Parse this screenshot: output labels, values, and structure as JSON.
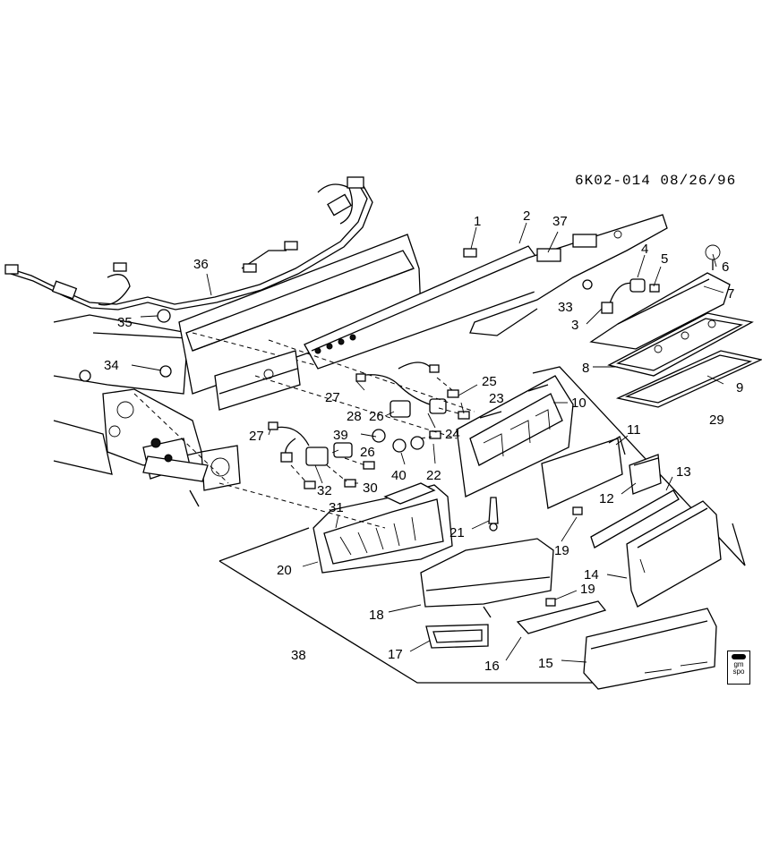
{
  "diagram_code": "6K02-014 08/26/96",
  "logo": {
    "line1": "gm",
    "line2": "spo",
    "icon": "gm-spo-logo-icon"
  },
  "callouts": {
    "c1": "1",
    "c2": "2",
    "c3": "3",
    "c4": "4",
    "c5": "5",
    "c6": "6",
    "c7": "7",
    "c8": "8",
    "c9": "9",
    "c10": "10",
    "c11": "11",
    "c12": "12",
    "c13": "13",
    "c14": "14",
    "c15": "15",
    "c16": "16",
    "c17": "17",
    "c18": "18",
    "c19a": "19",
    "c19b": "19",
    "c20": "20",
    "c21": "21",
    "c22": "22",
    "c23": "23",
    "c24": "24",
    "c25": "25",
    "c26a": "26",
    "c26b": "26",
    "c27a": "27",
    "c27b": "27",
    "c28": "28",
    "c29": "29",
    "c30": "30",
    "c31": "31",
    "c32": "32",
    "c33": "33",
    "c34": "34",
    "c35": "35",
    "c36": "36",
    "c37": "37",
    "c38": "38",
    "c39": "39",
    "c40": "40"
  }
}
